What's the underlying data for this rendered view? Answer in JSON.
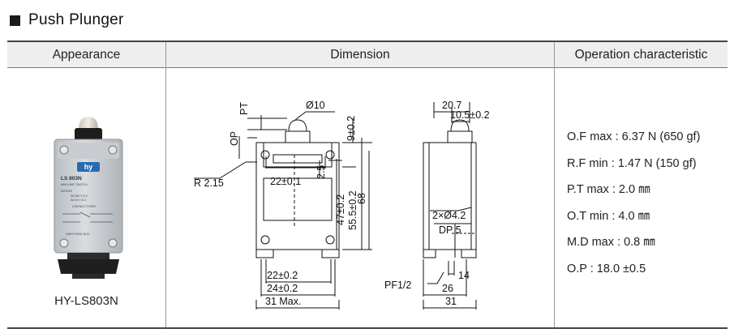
{
  "section": {
    "title": "Push Plunger"
  },
  "table": {
    "headers": [
      "Appearance",
      "Dimension",
      "Operation characteristic"
    ],
    "caption": "HY-LS803N"
  },
  "photo": {
    "brand": "hy",
    "model": "LS 803N",
    "subtitle": "MINI LIMIT SWITCH",
    "rating_label": "RATING",
    "rating_ac": "5A 250 V A.C",
    "rating_dc": "6A 30 V D.C",
    "contact_label": "CONTACT FORM",
    "maker": "HANYOUNG NUX"
  },
  "dimension": {
    "front": {
      "pt": "PT",
      "op": "OP",
      "dia": "Ø10",
      "r": "R 2.15",
      "w22a": "22±0.1",
      "h25": "2.5",
      "h47": "47±0.2",
      "h555": "55.5±0.2",
      "h68": "68",
      "h9": "9±0.2",
      "w22b": "22±0.2",
      "w24": "24±0.2",
      "w31": "31 Max."
    },
    "side": {
      "w207": "20.7",
      "w105": "10.5±0.2",
      "hole": "2×Ø4.2",
      "dp": "DP 5",
      "pf": "PF1/2",
      "w14": "14",
      "w26": "26",
      "w31": "31"
    }
  },
  "operation": [
    "O.F max : 6.37 N (650 gf)",
    "R.F min : 1.47 N (150 gf)",
    "P.T max : 2.0 ㎜",
    "O.T min : 4.0 ㎜",
    "M.D max : 0.8 ㎜",
    "O.P : 18.0 ±0.5"
  ]
}
